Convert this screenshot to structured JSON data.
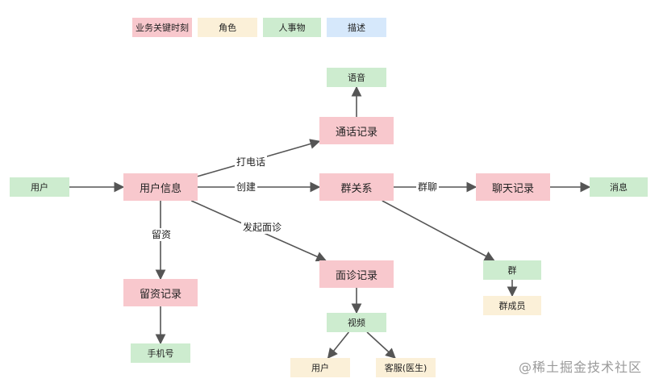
{
  "colors": {
    "key_moment": "#f8c8cd",
    "role": "#fbf0d8",
    "entity": "#cdeccf",
    "description": "#d6e8fb",
    "edge": "#555555"
  },
  "legend": [
    {
      "id": "legend-key",
      "label": "业务关键时刻",
      "kind": "key_moment"
    },
    {
      "id": "legend-role",
      "label": "角色",
      "kind": "role"
    },
    {
      "id": "legend-entity",
      "label": "人事物",
      "kind": "entity"
    },
    {
      "id": "legend-desc",
      "label": "描述",
      "kind": "description"
    }
  ],
  "nodes": [
    {
      "id": "user",
      "label": "用户",
      "kind": "entity"
    },
    {
      "id": "user-info",
      "label": "用户信息",
      "kind": "key_moment"
    },
    {
      "id": "call-record",
      "label": "通话记录",
      "kind": "key_moment"
    },
    {
      "id": "voice",
      "label": "语音",
      "kind": "entity"
    },
    {
      "id": "group-relation",
      "label": "群关系",
      "kind": "key_moment"
    },
    {
      "id": "chat-record",
      "label": "聊天记录",
      "kind": "key_moment"
    },
    {
      "id": "message",
      "label": "消息",
      "kind": "entity"
    },
    {
      "id": "group",
      "label": "群",
      "kind": "entity"
    },
    {
      "id": "group-member",
      "label": "群成员",
      "kind": "role"
    },
    {
      "id": "lead-record",
      "label": "留资记录",
      "kind": "key_moment"
    },
    {
      "id": "phone-number",
      "label": "手机号",
      "kind": "entity"
    },
    {
      "id": "consult-record",
      "label": "面诊记录",
      "kind": "key_moment"
    },
    {
      "id": "video",
      "label": "视频",
      "kind": "entity"
    },
    {
      "id": "video-user",
      "label": "用户",
      "kind": "role"
    },
    {
      "id": "service-doctor",
      "label": "客服(医生)",
      "kind": "role"
    }
  ],
  "edges": [
    {
      "from": "user",
      "to": "user-info",
      "label": ""
    },
    {
      "from": "user-info",
      "to": "call-record",
      "label": "打电话"
    },
    {
      "from": "call-record",
      "to": "voice",
      "label": ""
    },
    {
      "from": "user-info",
      "to": "group-relation",
      "label": "创建"
    },
    {
      "from": "group-relation",
      "to": "chat-record",
      "label": "群聊"
    },
    {
      "from": "chat-record",
      "to": "message",
      "label": ""
    },
    {
      "from": "group-relation",
      "to": "group",
      "label": ""
    },
    {
      "from": "group",
      "to": "group-member",
      "label": ""
    },
    {
      "from": "user-info",
      "to": "lead-record",
      "label": "留资"
    },
    {
      "from": "lead-record",
      "to": "phone-number",
      "label": ""
    },
    {
      "from": "user-info",
      "to": "consult-record",
      "label": "发起面诊"
    },
    {
      "from": "consult-record",
      "to": "video",
      "label": ""
    },
    {
      "from": "video",
      "to": "video-user",
      "label": ""
    },
    {
      "from": "video",
      "to": "service-doctor",
      "label": ""
    }
  ],
  "watermark": "@稀土掘金技术社区"
}
